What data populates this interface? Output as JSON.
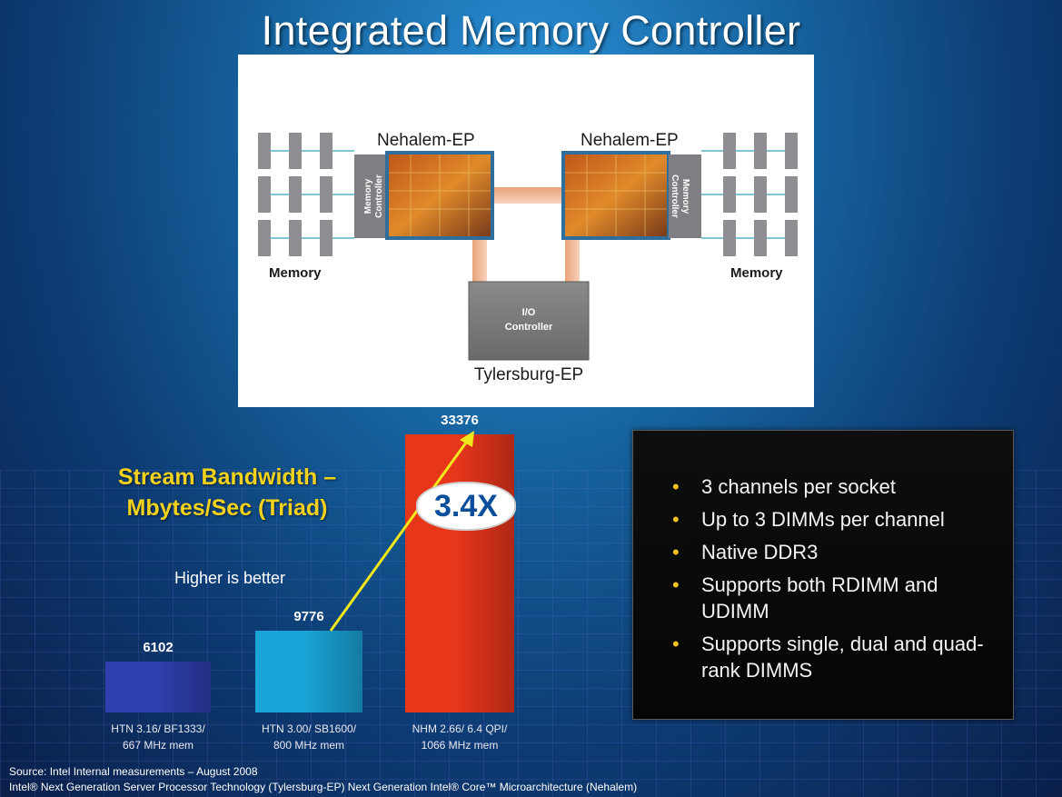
{
  "title": "Integrated Memory Controller",
  "diagram": {
    "cpu_left": "Nehalem-EP",
    "cpu_right": "Nehalem-EP",
    "memory_left": "Memory",
    "memory_right": "Memory",
    "memory_controller": "Memory Controller",
    "io_line1": "I/O",
    "io_line2": "Controller",
    "chipset": "Tylersburg-EP"
  },
  "chart_data": {
    "type": "bar",
    "title": "Stream Bandwidth – Mbytes/Sec (Triad)",
    "subtitle": "Higher is better",
    "categories": [
      "HTN 3.16/ BF1333/ 667 MHz mem",
      "HTN 3.00/ SB1600/ 800 MHz mem",
      "NHM 2.66/ 6.4 QPI/ 1066 MHz mem"
    ],
    "category_lines": [
      [
        "HTN 3.16/ BF1333/",
        "667 MHz mem"
      ],
      [
        "HTN 3.00/ SB1600/",
        "800 MHz mem"
      ],
      [
        "NHM 2.66/ 6.4 QPI/",
        "1066 MHz mem"
      ]
    ],
    "values": [
      6102,
      9776,
      33376
    ],
    "value_labels": [
      "6102",
      "9776",
      "33376"
    ],
    "colors": [
      "#2f3fb0",
      "#1aa4d8",
      "#e8361b"
    ],
    "ylim": [
      0,
      33376
    ],
    "annotation": "3.4X"
  },
  "bullets": [
    "3 channels per socket",
    "Up to 3 DIMMs per channel",
    "Native DDR3",
    "Supports both RDIMM and UDIMM",
    "Supports single, dual and quad-rank DIMMS"
  ],
  "footer": {
    "source": "Source: Intel Internal measurements – August 2008",
    "note": "Intel® Next Generation Server Processor Technology (Tylersburg-EP)  Next Generation Intel® Core™ Microarchitecture (Nehalem)"
  }
}
